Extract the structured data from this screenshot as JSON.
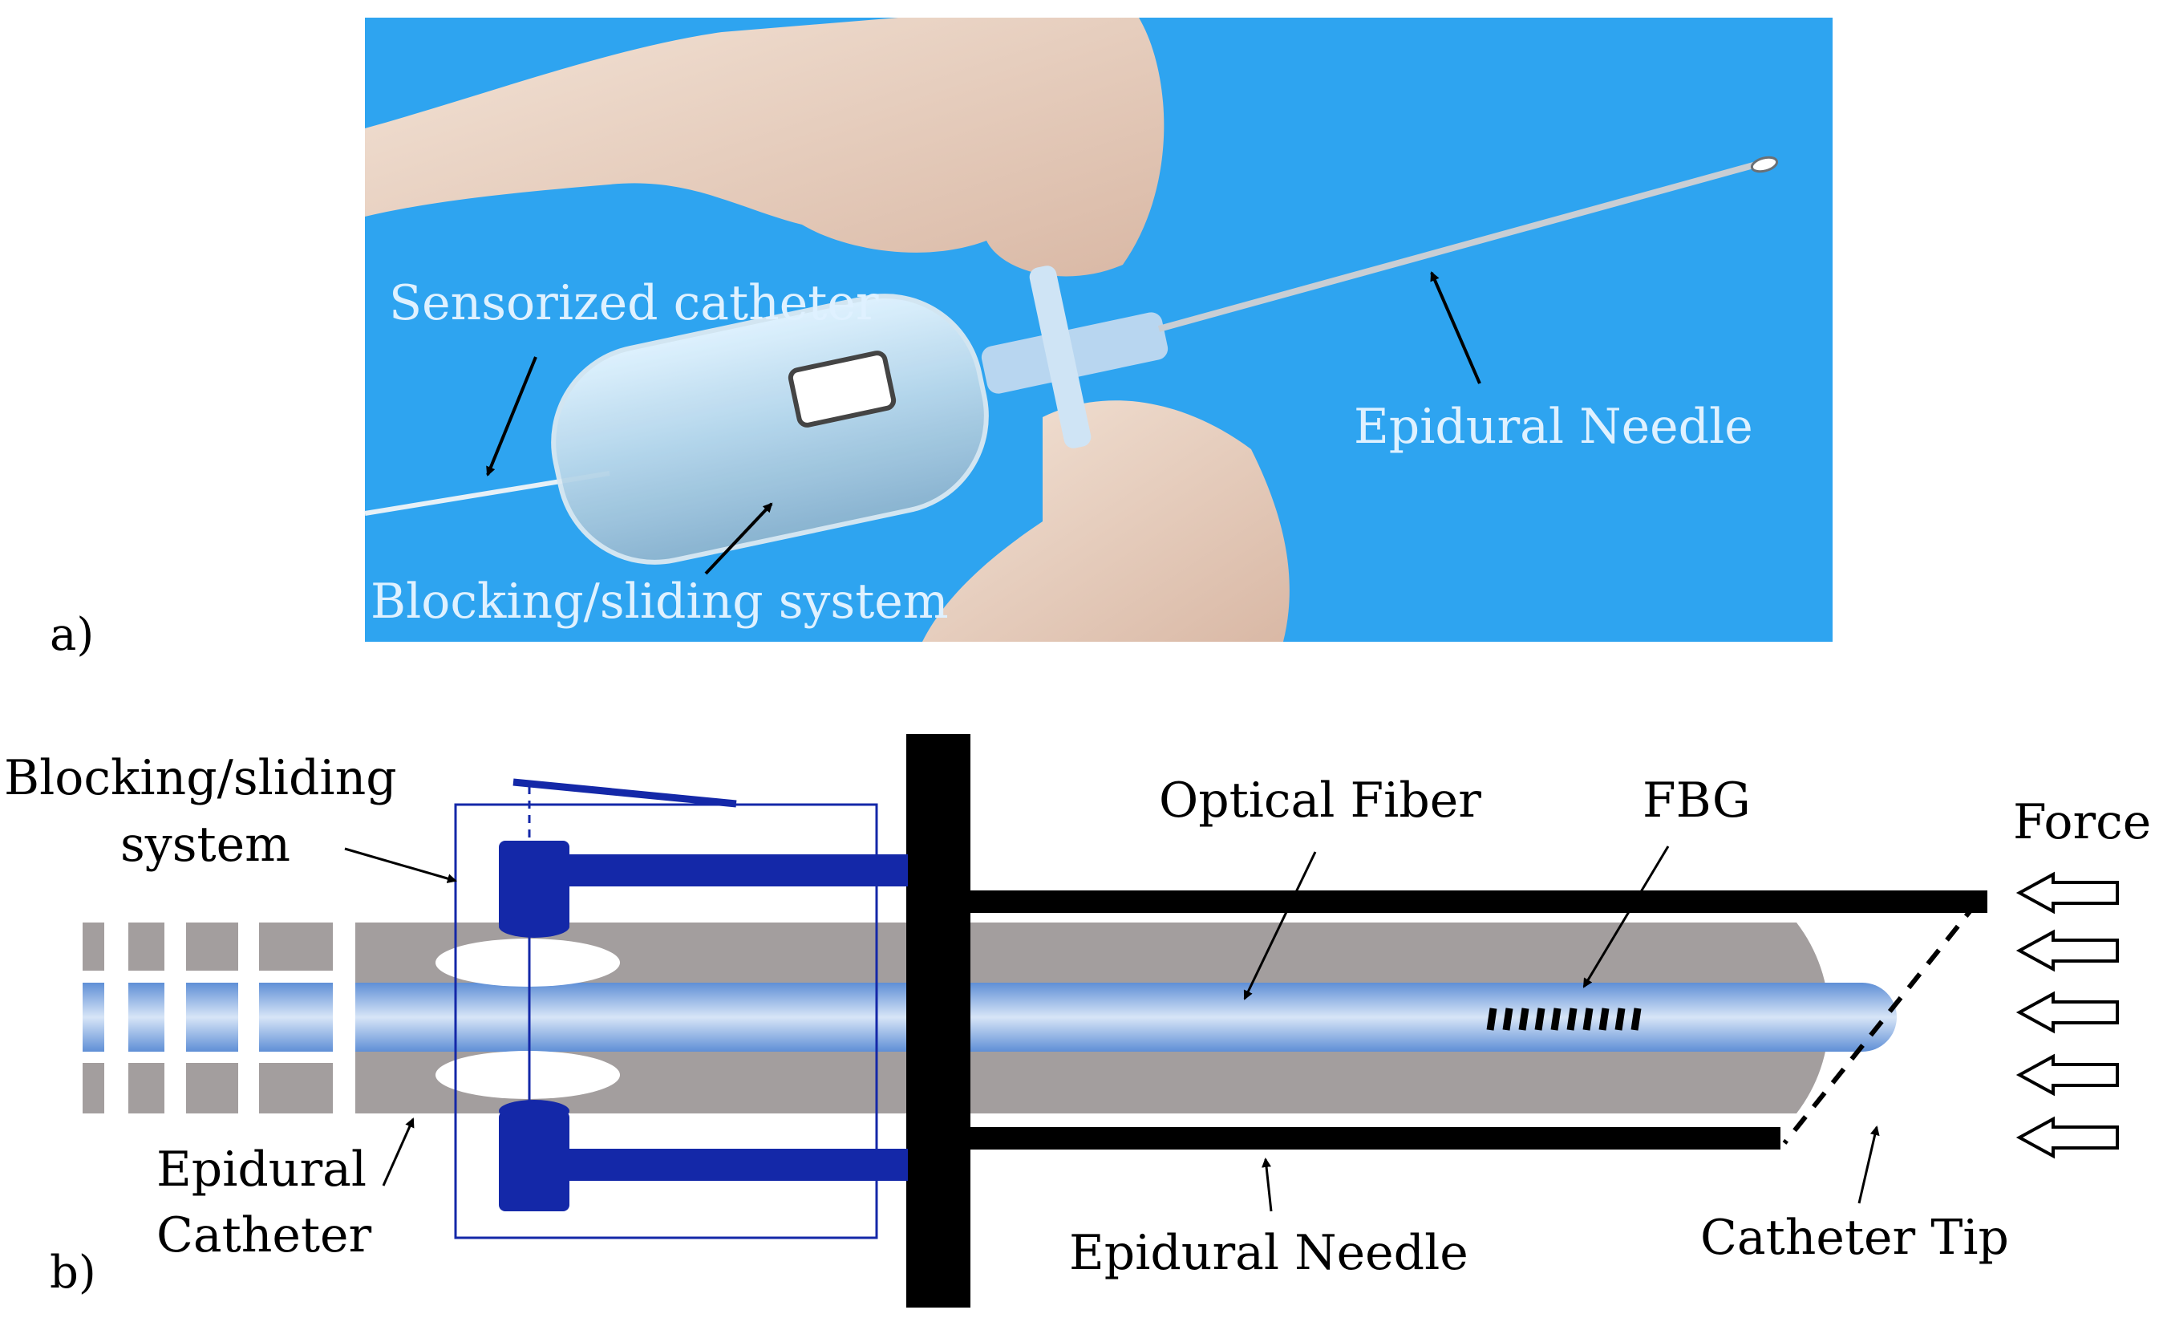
{
  "panel_a": {
    "panel_label": "a)",
    "labels": {
      "sensorized_catheter": "Sensorized catheter",
      "epidural_needle": "Epidural Needle",
      "blocking_sliding_system": "Blocking/sliding system"
    },
    "colors": {
      "background": "#2ea4f0",
      "label_text": "#dff1ff"
    }
  },
  "panel_b": {
    "panel_label": "b)",
    "labels": {
      "blocking_line1": "Blocking/sliding",
      "blocking_line2": "system",
      "optical_fiber": "Optical Fiber",
      "fbg": "FBG",
      "force": "Force",
      "epidural_catheter_line1": "Epidural",
      "epidural_catheter_line2": "Catheter",
      "epidural_needle": "Epidural Needle",
      "catheter_tip": "Catheter Tip"
    },
    "colors": {
      "catheter_gray": "#a39e9e",
      "fiber_blue": "#7fa8dc",
      "blocking_blue": "#1428a8",
      "needle_black": "#000000"
    }
  }
}
